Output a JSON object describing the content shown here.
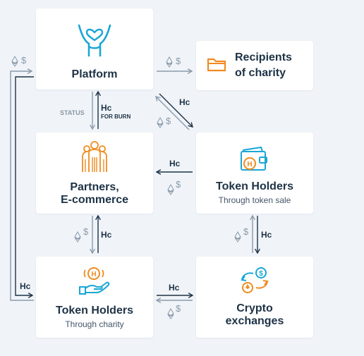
{
  "nodes": {
    "platform": {
      "title": "Platform"
    },
    "recipients": {
      "title_line1": "Recipients",
      "title_line2": "of charity"
    },
    "partners": {
      "title_line1": "Partners,",
      "title_line2": "E-commerce"
    },
    "holders_sale": {
      "title": "Token Holders",
      "subtitle": "Through token sale"
    },
    "holders_charity": {
      "title": "Token Holders",
      "subtitle": "Through charity"
    },
    "exchanges": {
      "title_line1": "Crypto",
      "title_line2": "exchanges"
    }
  },
  "labels": {
    "status": "STATUS",
    "hc": "Hc",
    "for_burn": "FOR BURN",
    "dollar": "$"
  },
  "icons": {
    "platform": "heart-person-icon",
    "recipients": "folder-icon",
    "partners": "group-people-icon",
    "holders_sale": "wallet-icon",
    "holders_charity": "hand-coin-icon",
    "exchanges": "exchange-icon",
    "eth_dollar": "eth-dollar-icon"
  },
  "colors": {
    "accent_blue": "#1aa6d6",
    "accent_orange": "#f08c20",
    "arrow_dark": "#1d3246",
    "arrow_grey": "#8a9aab"
  }
}
